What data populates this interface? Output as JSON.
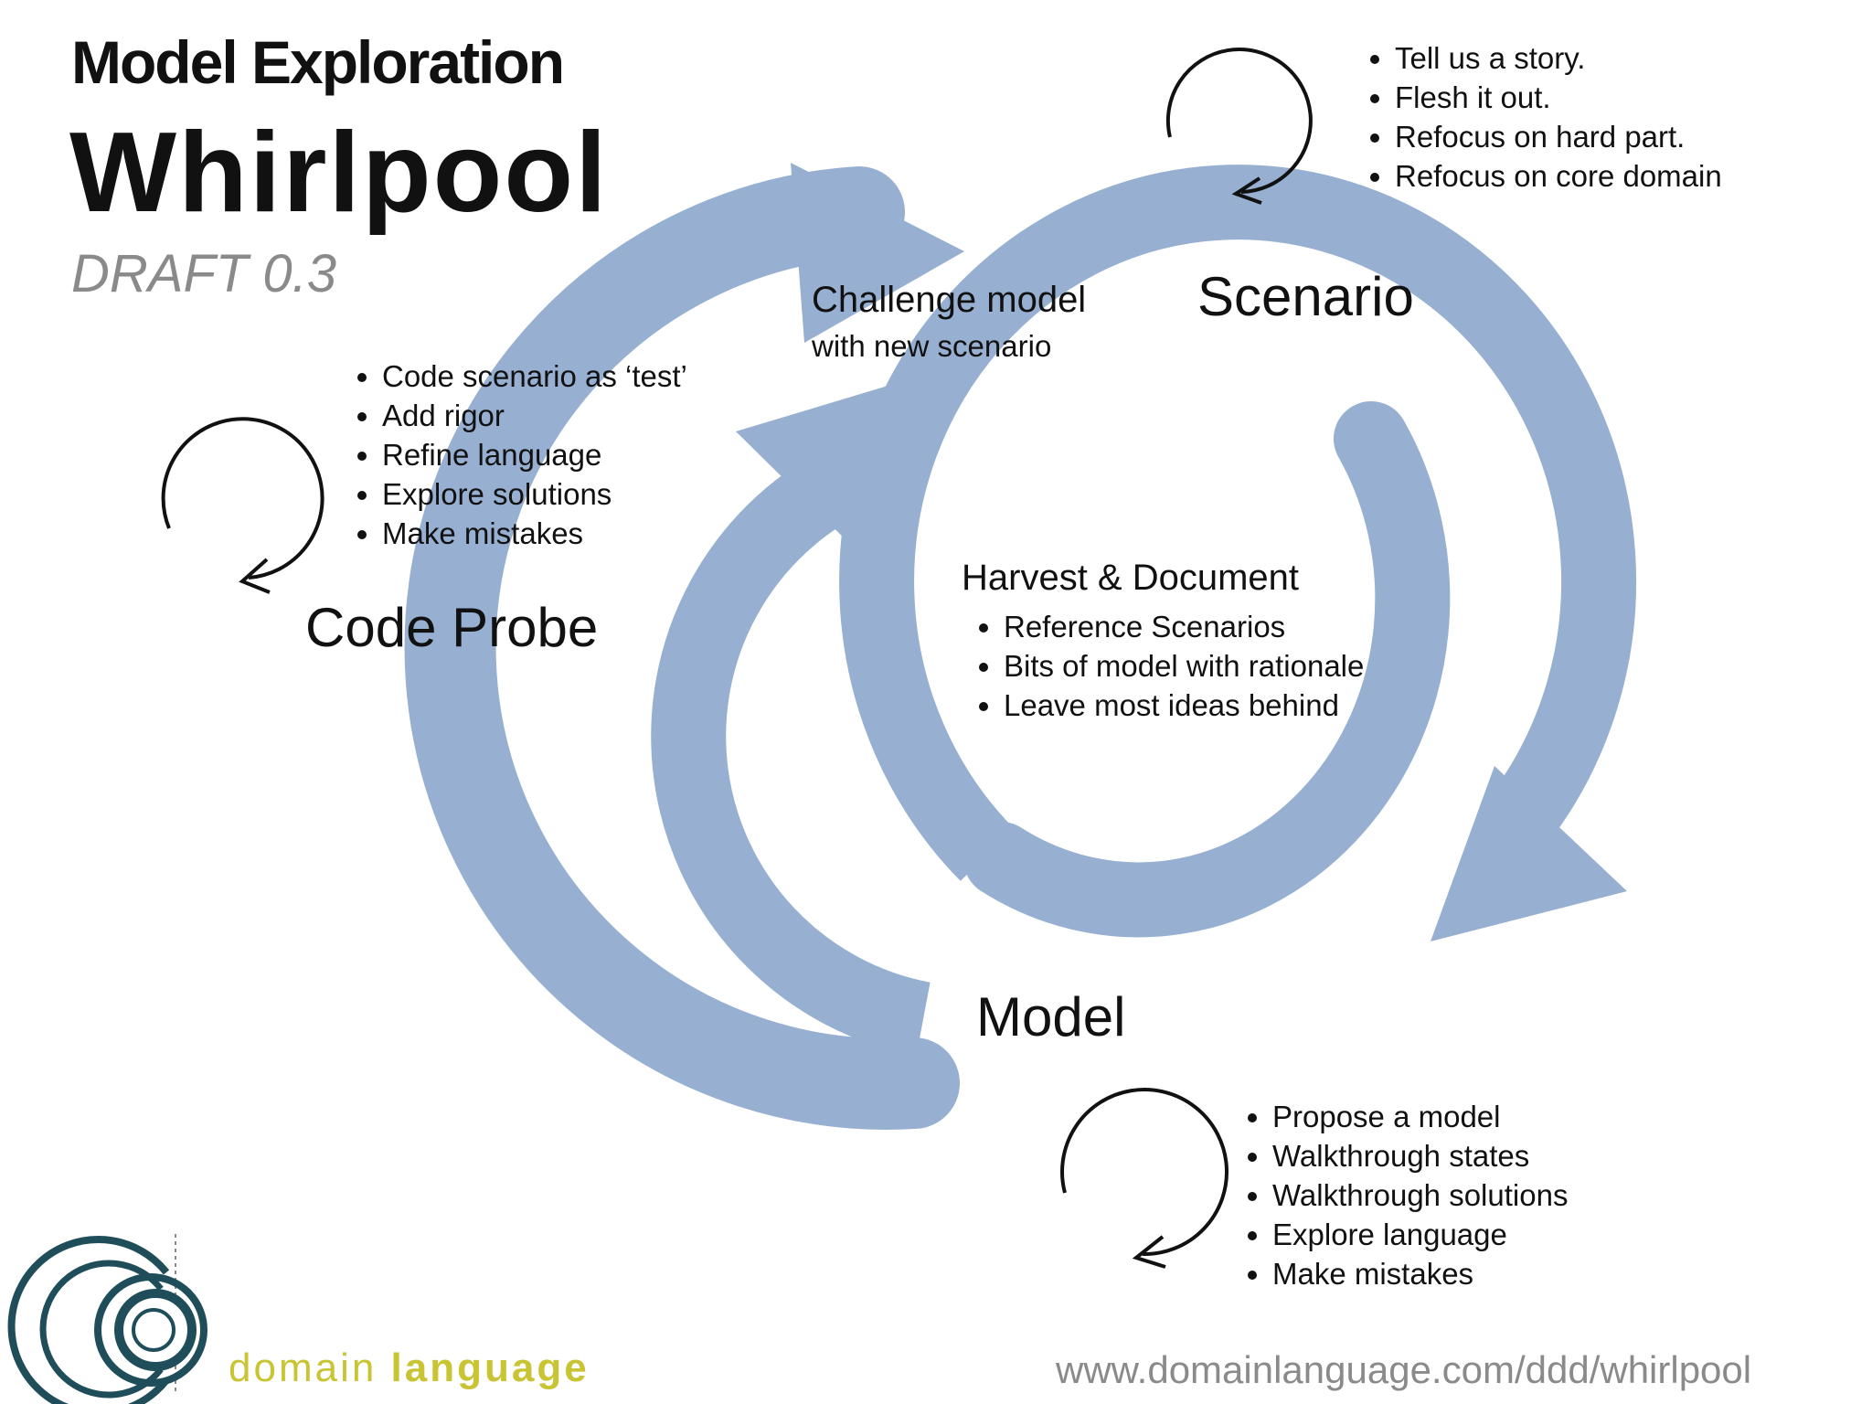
{
  "header": {
    "title_line1": "Model Exploration",
    "title_line2": "Whirlpool",
    "draft": "DRAFT 0.3"
  },
  "colors": {
    "arrow": "#97afd1",
    "text": "#111111",
    "gray": "#8a8a8a",
    "logo_dark": "#1f4e5a",
    "logo_accent": "#c9c433",
    "logo_text_gray": "#8f8f7a"
  },
  "scenario": {
    "label": "Scenario",
    "bullets": [
      "Tell us a story.",
      "Flesh it out.",
      "Refocus on hard part.",
      "Refocus on core domain"
    ]
  },
  "challenge": {
    "line1": "Challenge model",
    "line2": "with new scenario"
  },
  "code_probe": {
    "label": "Code Probe",
    "bullets": [
      "Code scenario as ‘test’",
      "Add rigor",
      "Refine language",
      "Explore solutions",
      "Make mistakes"
    ]
  },
  "harvest": {
    "title": "Harvest & Document",
    "bullets": [
      "Reference Scenarios",
      "Bits of model with rationale",
      "Leave most ideas behind"
    ]
  },
  "model": {
    "label": "Model",
    "bullets": [
      "Propose a model",
      "Walkthrough states",
      "Walkthrough solutions",
      "Explore language",
      "Make mistakes"
    ]
  },
  "footer": {
    "logo_word1": "domain",
    "logo_word2": "language",
    "url": "www.domainlanguage.com/ddd/whirlpool"
  },
  "icons": [
    "loop-arrow-icon",
    "domain-language-logo-icon"
  ]
}
